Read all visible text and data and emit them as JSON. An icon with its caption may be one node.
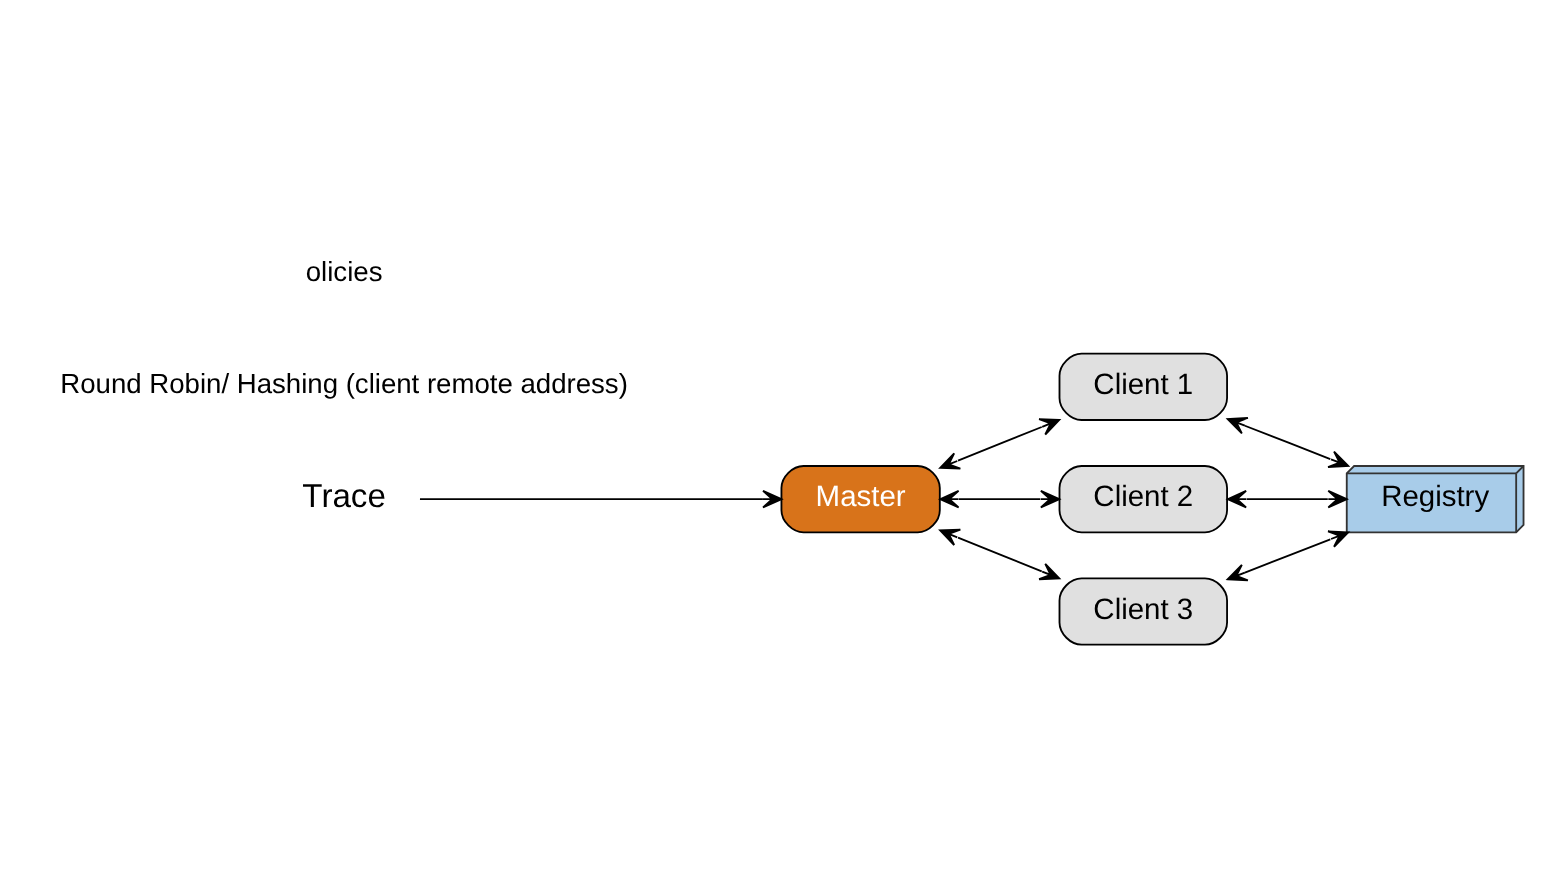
{
  "diagram": {
    "nodes": [
      {
        "text": [
          "Trace"
        ]
      },
      {
        "text": [
          "Master"
        ]
      },
      {
        "text": [
          "Client 1"
        ]
      },
      {
        "text": [
          "Client 2"
        ]
      },
      {
        "text": [
          "Client 3"
        ]
      },
      {
        "text": [
          "Registry"
        ]
      }
    ],
    "edges": [
      {
        "from": 0,
        "to": 1,
        "arrow": "to"
      },
      {
        "from": 1,
        "to": 2,
        "arrow": "both"
      },
      {
        "from": 1,
        "to": 3,
        "arrow": "both"
      },
      {
        "from": 1,
        "to": 4,
        "arrow": "both"
      },
      {
        "from": 2,
        "to": 5,
        "arrow": "both"
      },
      {
        "from": 3,
        "to": 5,
        "arrow": "both"
      },
      {
        "from": 4,
        "to": 5,
        "arrow": "both"
      }
    ],
    "labels": [
      "Round Robin/ Hashing (client remote address)",
      "olicies"
    ]
  }
}
